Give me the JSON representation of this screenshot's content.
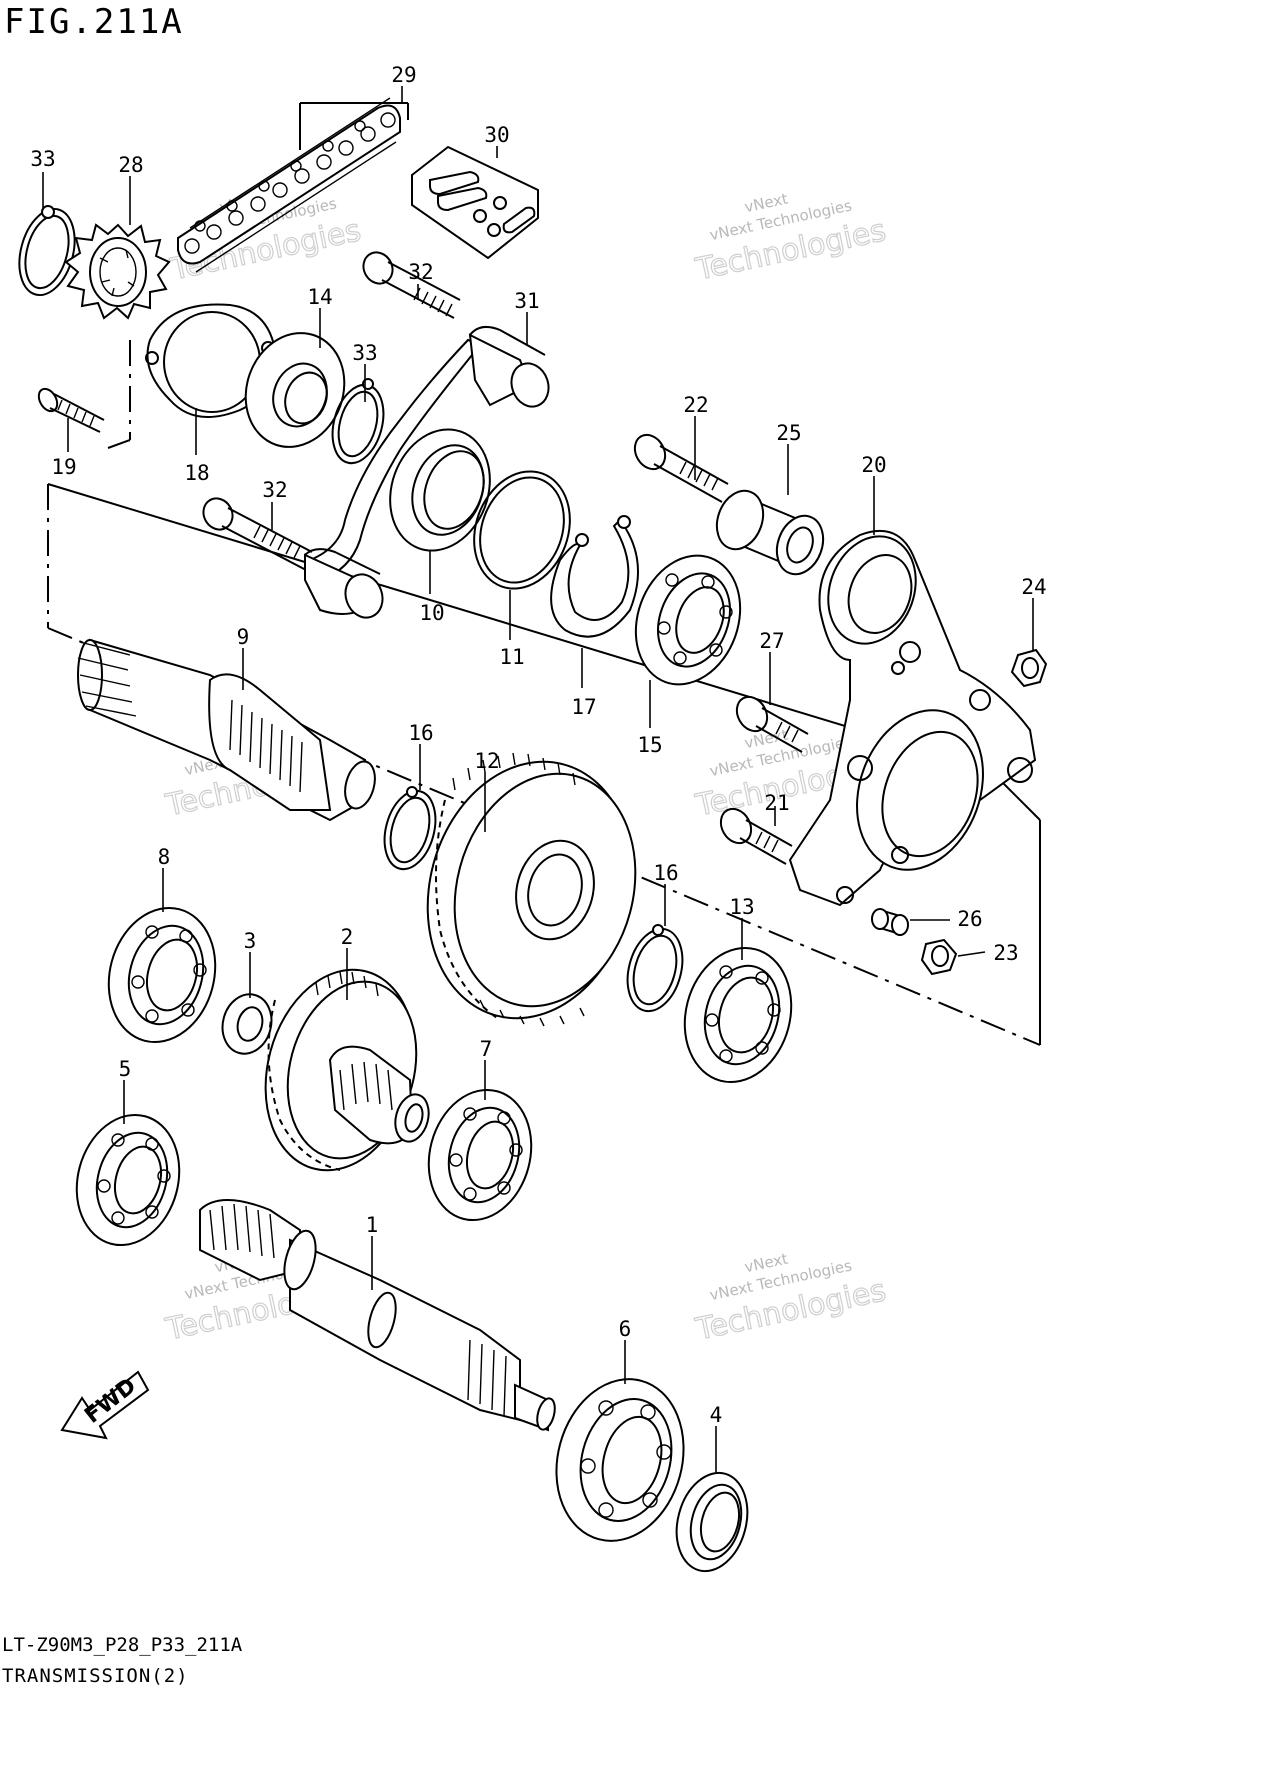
{
  "figure": {
    "title": "FIG.211A",
    "footer_code": "LT-Z90M3_P28_P33_211A",
    "footer_name": "TRANSMISSION(2)"
  },
  "watermark": {
    "line1": "vNext Technologies",
    "line2": "Technologies",
    "line3": "vNext"
  },
  "direction_marker": "FWD",
  "callouts": [
    {
      "id": "c1",
      "label": "1"
    },
    {
      "id": "c2",
      "label": "2"
    },
    {
      "id": "c3",
      "label": "3"
    },
    {
      "id": "c4",
      "label": "4"
    },
    {
      "id": "c5",
      "label": "5"
    },
    {
      "id": "c6",
      "label": "6"
    },
    {
      "id": "c7",
      "label": "7"
    },
    {
      "id": "c8",
      "label": "8"
    },
    {
      "id": "c9",
      "label": "9"
    },
    {
      "id": "c10",
      "label": "10"
    },
    {
      "id": "c11",
      "label": "11"
    },
    {
      "id": "c12",
      "label": "12"
    },
    {
      "id": "c13",
      "label": "13"
    },
    {
      "id": "c14",
      "label": "14"
    },
    {
      "id": "c15",
      "label": "15"
    },
    {
      "id": "c16a",
      "label": "16"
    },
    {
      "id": "c16b",
      "label": "16"
    },
    {
      "id": "c17",
      "label": "17"
    },
    {
      "id": "c18",
      "label": "18"
    },
    {
      "id": "c19",
      "label": "19"
    },
    {
      "id": "c20",
      "label": "20"
    },
    {
      "id": "c21",
      "label": "21"
    },
    {
      "id": "c22",
      "label": "22"
    },
    {
      "id": "c23",
      "label": "23"
    },
    {
      "id": "c24",
      "label": "24"
    },
    {
      "id": "c25",
      "label": "25"
    },
    {
      "id": "c26",
      "label": "26"
    },
    {
      "id": "c27",
      "label": "27"
    },
    {
      "id": "c28",
      "label": "28"
    },
    {
      "id": "c29",
      "label": "29"
    },
    {
      "id": "c30",
      "label": "30"
    },
    {
      "id": "c31",
      "label": "31"
    },
    {
      "id": "c32a",
      "label": "32"
    },
    {
      "id": "c32b",
      "label": "32"
    },
    {
      "id": "c33a",
      "label": "33"
    },
    {
      "id": "c33b",
      "label": "33"
    }
  ]
}
